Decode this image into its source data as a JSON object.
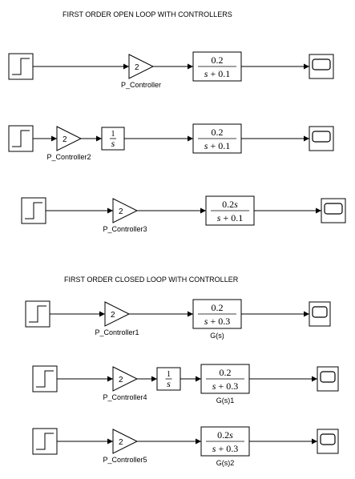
{
  "titles": {
    "open_loop": "FIRST ORDER OPEN LOOP WITH  CONTROLLERS",
    "closed_loop": "FIRST ORDER CLOSED LOOP WITH  CONTROLLER"
  },
  "rows": [
    {
      "gain": {
        "value": "2",
        "label": "P_Controller"
      },
      "integrator": null,
      "tf": {
        "numerator": "0.2",
        "denominator": "s + 0.1",
        "label": ""
      }
    },
    {
      "gain": {
        "value": "2",
        "label": "P_Controller2"
      },
      "integrator": {
        "numerator": "1",
        "denominator": "s"
      },
      "tf": {
        "numerator": "0.2",
        "denominator": "s + 0.1",
        "label": ""
      }
    },
    {
      "gain": {
        "value": "2",
        "label": "P_Controller3"
      },
      "integrator": null,
      "tf": {
        "numerator": "0.2s",
        "denominator": "s + 0.1",
        "label": ""
      }
    },
    {
      "gain": {
        "value": "2",
        "label": "P_Controller1"
      },
      "integrator": null,
      "tf": {
        "numerator": "0.2",
        "denominator": "s + 0.3",
        "label": "G(s)"
      }
    },
    {
      "gain": {
        "value": "2",
        "label": "P_Controller4"
      },
      "integrator": {
        "numerator": "1",
        "denominator": "s"
      },
      "tf": {
        "numerator": "0.2",
        "denominator": "s + 0.3",
        "label": "G(s)1"
      }
    },
    {
      "gain": {
        "value": "2",
        "label": "P_Controller5"
      },
      "integrator": null,
      "tf": {
        "numerator": "0.2s",
        "denominator": "s + 0.3",
        "label": "G(s)2"
      }
    }
  ]
}
